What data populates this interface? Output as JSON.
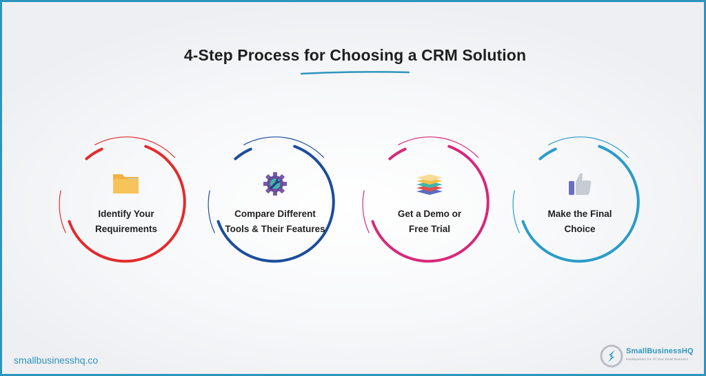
{
  "title": "4-Step Process for Choosing a CRM Solution",
  "colors": {
    "frame": "#2c95bd",
    "step1": "#e32b2b",
    "step2": "#1b4d9c",
    "step3": "#d7287a",
    "step4": "#2a9cc9"
  },
  "steps": [
    {
      "icon": "folder-icon",
      "line1": "Identify Your",
      "line2": "Requirements"
    },
    {
      "icon": "gear-wrench-icon",
      "line1": "Compare Different",
      "line2": "Tools & Their Features"
    },
    {
      "icon": "stacked-layers-icon",
      "line1": "Get a Demo or",
      "line2": "Free Trial"
    },
    {
      "icon": "thumbs-up-icon",
      "line1": "Make the Final",
      "line2": "Choice"
    }
  ],
  "footer": {
    "url": "smallbusinesshq.co",
    "brand": "SmallBusinessHQ",
    "tagline": "Headquarters for All Your Small Business"
  }
}
